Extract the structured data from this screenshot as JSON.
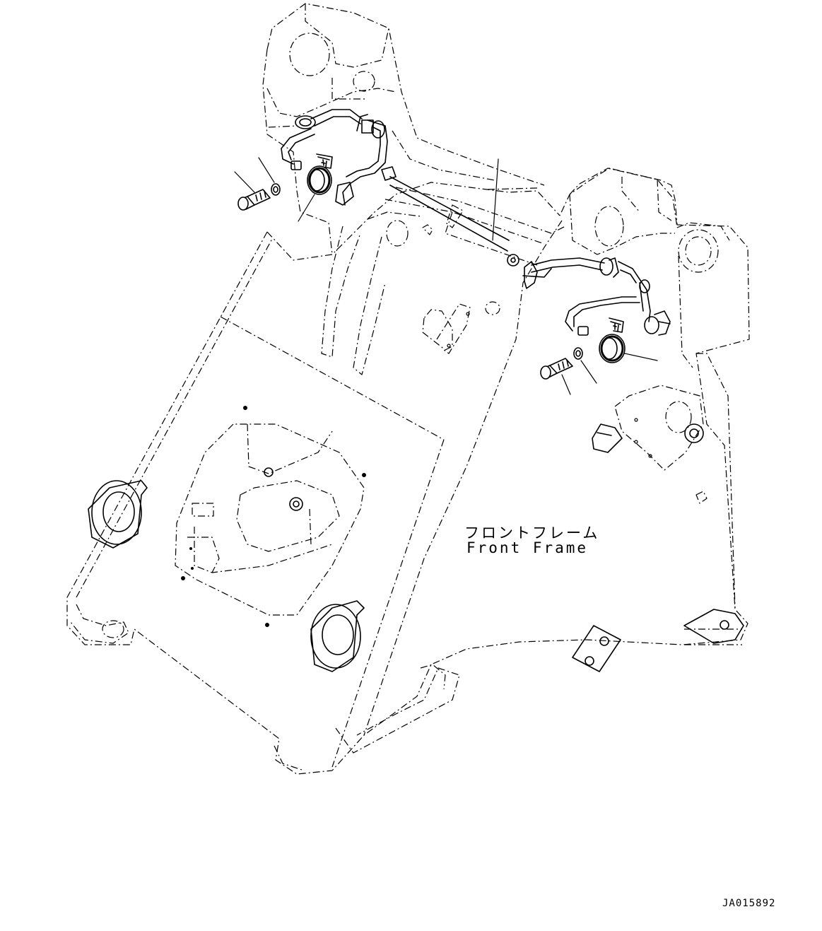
{
  "labels": {
    "frame_jp": "フロントフレーム",
    "frame_en": "Front Frame",
    "drawing_id": "JA015892"
  }
}
